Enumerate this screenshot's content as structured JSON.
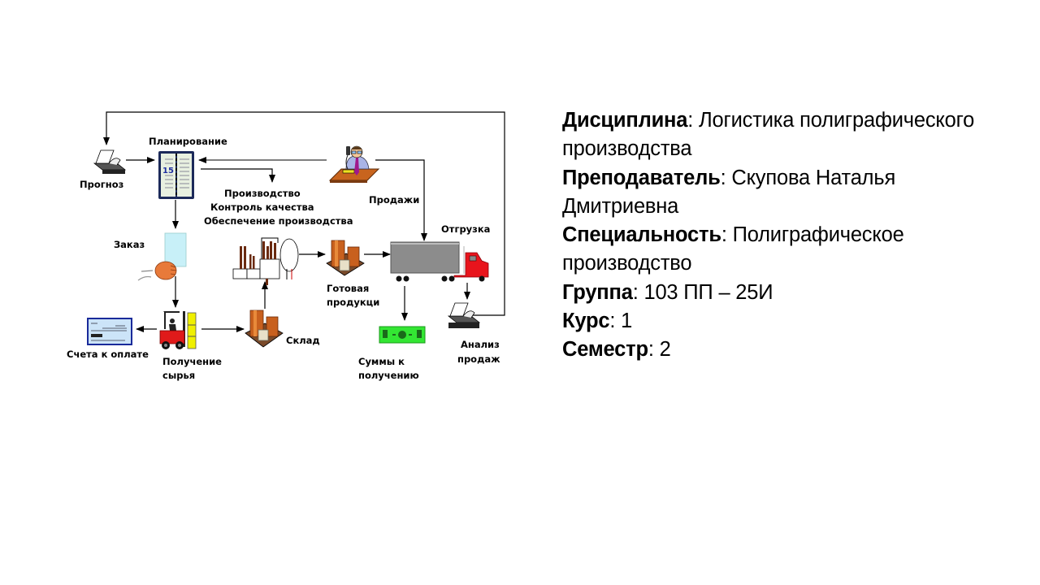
{
  "diagram": {
    "nodes": {
      "forecast": "Прогноз",
      "planning": "Планирование",
      "production": "Производство",
      "quality": "Контроль качества",
      "supply": "Обеспечение производства",
      "sales": "Продажи",
      "order": "Заказ",
      "shipping": "Отгрузка",
      "finished_1": "Готовая",
      "finished_2": "продукци",
      "warehouse": "Склад",
      "invoices": "Счета к оплате",
      "receiving_1": "Получение",
      "receiving_2": "сырья",
      "receivables_1": "Суммы к",
      "receivables_2": "получению",
      "analysis_1": "Анализ",
      "analysis_2": "продаж"
    },
    "calendar_date": "15",
    "colors": {
      "truck_cab": "#e8141c",
      "trailer": "#8c8c8c",
      "money": "#33e633",
      "forklift": "#e01a1a",
      "crates": "#c8601e",
      "tie": "#a0188c",
      "shirt": "#a9b4e6",
      "desk": "#c8641e"
    }
  },
  "info": {
    "discipline_label": "Дисциплина",
    "discipline_value": ": Логистика полиграфического производства",
    "teacher_label": "Преподаватель",
    "teacher_value": ": Скупова Наталья Дмитриевна",
    "specialty_label": "Специальность",
    "specialty_value": ": Полиграфическое производство",
    "group_label": "Группа",
    "group_value": ": 103 ПП – 25И",
    "course_label": "Курс",
    "course_value": ": 1",
    "semester_label": "Семестр",
    "semester_value": ": 2"
  }
}
